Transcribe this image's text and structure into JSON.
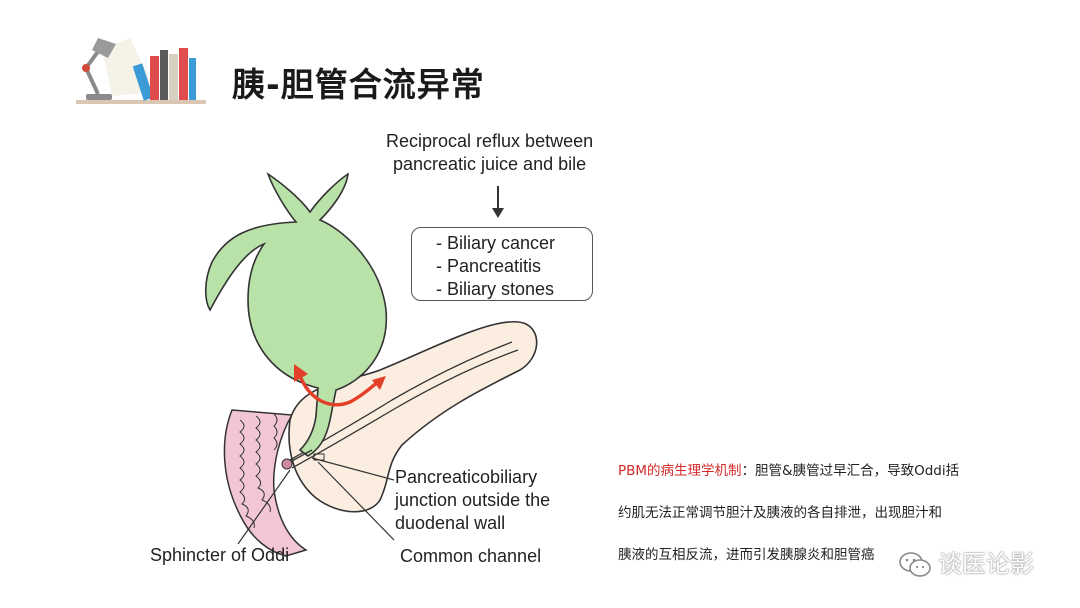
{
  "slide": {
    "title": "胰-胆管合流异常"
  },
  "diagram": {
    "reflux_line1": "Reciprocal reflux between",
    "reflux_line2": "pancreatic juice and bile",
    "outcomes": [
      "- Biliary cancer",
      "- Pancreatitis",
      "- Biliary stones"
    ],
    "junction_line1": "Pancreaticobiliary",
    "junction_line2": "junction outside the",
    "junction_line3": "duodenal wall",
    "sphincter_label": "Sphincter of Oddi",
    "common_channel_label": "Common channel",
    "colors": {
      "gallbladder": "#b9e2a8",
      "pancreas": "#fbeee0",
      "duodenum": "#f2c6d4",
      "reflux_arrow": "#e3402a"
    }
  },
  "note": {
    "highlight": "PBM的病生理学机制",
    "line1_rest": "：胆管&胰管过早汇合，导致Oddi括",
    "line2": "约肌无法正常调节胆汁及胰液的各自排泄，出现胆汁和",
    "line3": "胰液的互相反流，进而引发胰腺炎和胆管癌"
  },
  "watermark": {
    "text": "谈医论影",
    "icon": "wechat-icon"
  },
  "logo": {
    "icon": "desk-lamp-books-icon"
  }
}
